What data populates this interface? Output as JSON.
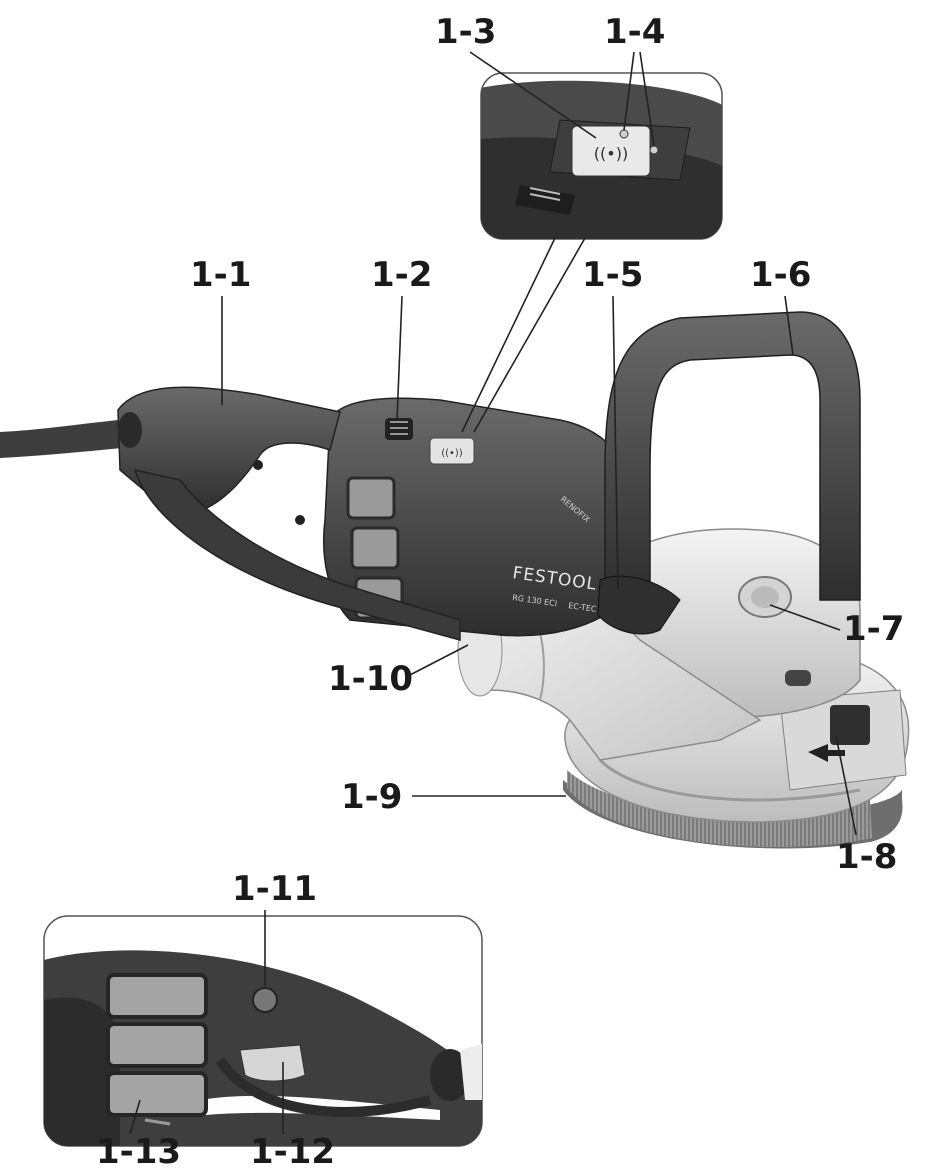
{
  "labels": {
    "l1_1": "1-1",
    "l1_2": "1-2",
    "l1_3": "1-3",
    "l1_4": "1-4",
    "l1_5": "1-5",
    "l1_6": "1-6",
    "l1_7": "1-7",
    "l1_8": "1-8",
    "l1_9": "1-9",
    "l1_10": "1-10",
    "l1_11": "1-11",
    "l1_12": "1-12",
    "l1_13": "1-13"
  },
  "product": {
    "brand": "FESTOOL",
    "model": "RG 130 ECI",
    "rating": "EC-TEC",
    "series": "RENOFIX"
  },
  "colors": {
    "body_dark": "#3a3a3a",
    "body_mid": "#555555",
    "housing_light": "#cfcfcf",
    "housing_white": "#ebebeb",
    "brush": "#8a8a8a"
  }
}
